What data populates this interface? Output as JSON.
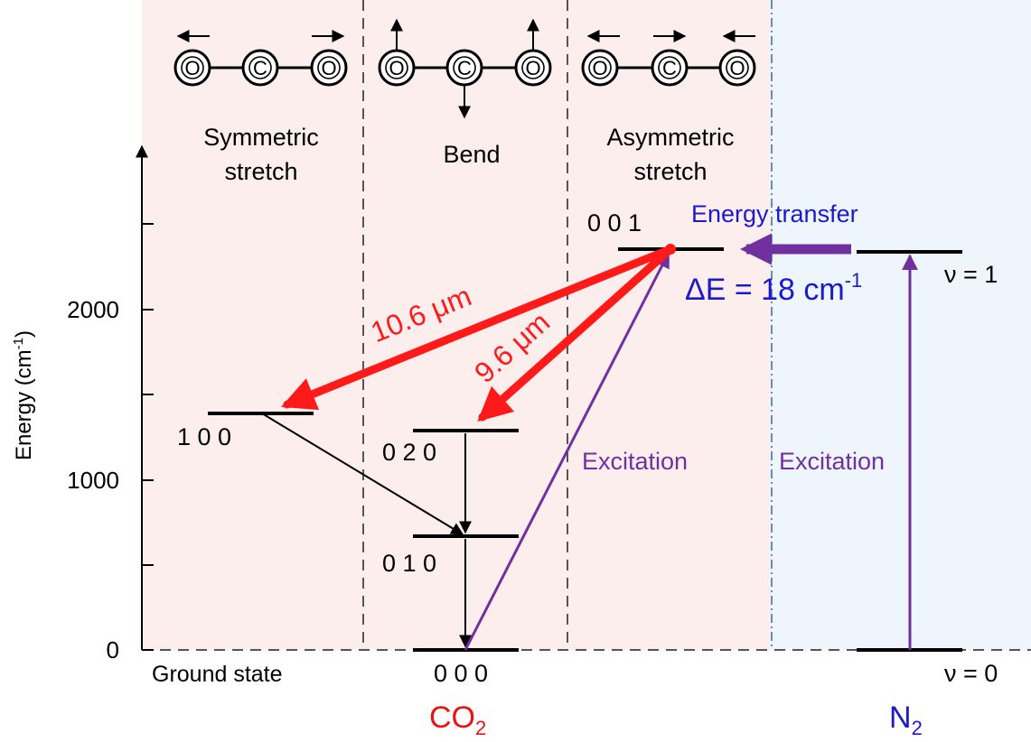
{
  "axis": {
    "ylabel": "Energy (cm",
    "ylabel_sup": "-1",
    "ylabel_end": ")",
    "ticks": [
      "0",
      "1000",
      "2000"
    ]
  },
  "modes": {
    "symmetric": {
      "line1": "Symmetric",
      "line2": "stretch"
    },
    "bend": {
      "label": "Bend"
    },
    "asymmetric": {
      "line1": "Asymmetric",
      "line2": "stretch"
    }
  },
  "atoms": {
    "oxygen": "O",
    "carbon": "C"
  },
  "levels": {
    "l000": "0 0 0",
    "l010": "0 1 0",
    "l020": "0 2 0",
    "l100": "1 0 0",
    "l001": "0 0 1",
    "v0": "ν = 0",
    "v1": "ν = 1"
  },
  "labels": {
    "ground_state": "Ground state",
    "energy_transfer": "Energy transfer",
    "delta_e": "ΔE = 18 cm",
    "delta_e_sup": "-1",
    "laser_106": "10.6 μm",
    "laser_96": "9.6 μm",
    "excitation_co2": "Excitation",
    "excitation_n2": "Excitation",
    "co2_main": "CO",
    "co2_sub": "2",
    "n2_main": "N",
    "n2_sub": "2"
  },
  "colors": {
    "co2_bg": "#fdeeee",
    "n2_bg": "#eef5fc",
    "laser": "#ff1a1a",
    "excitation": "#7030a0",
    "transfer_text": "#1a1acc",
    "co2_label": "#ee1111",
    "n2_label": "#1a1acc"
  }
}
